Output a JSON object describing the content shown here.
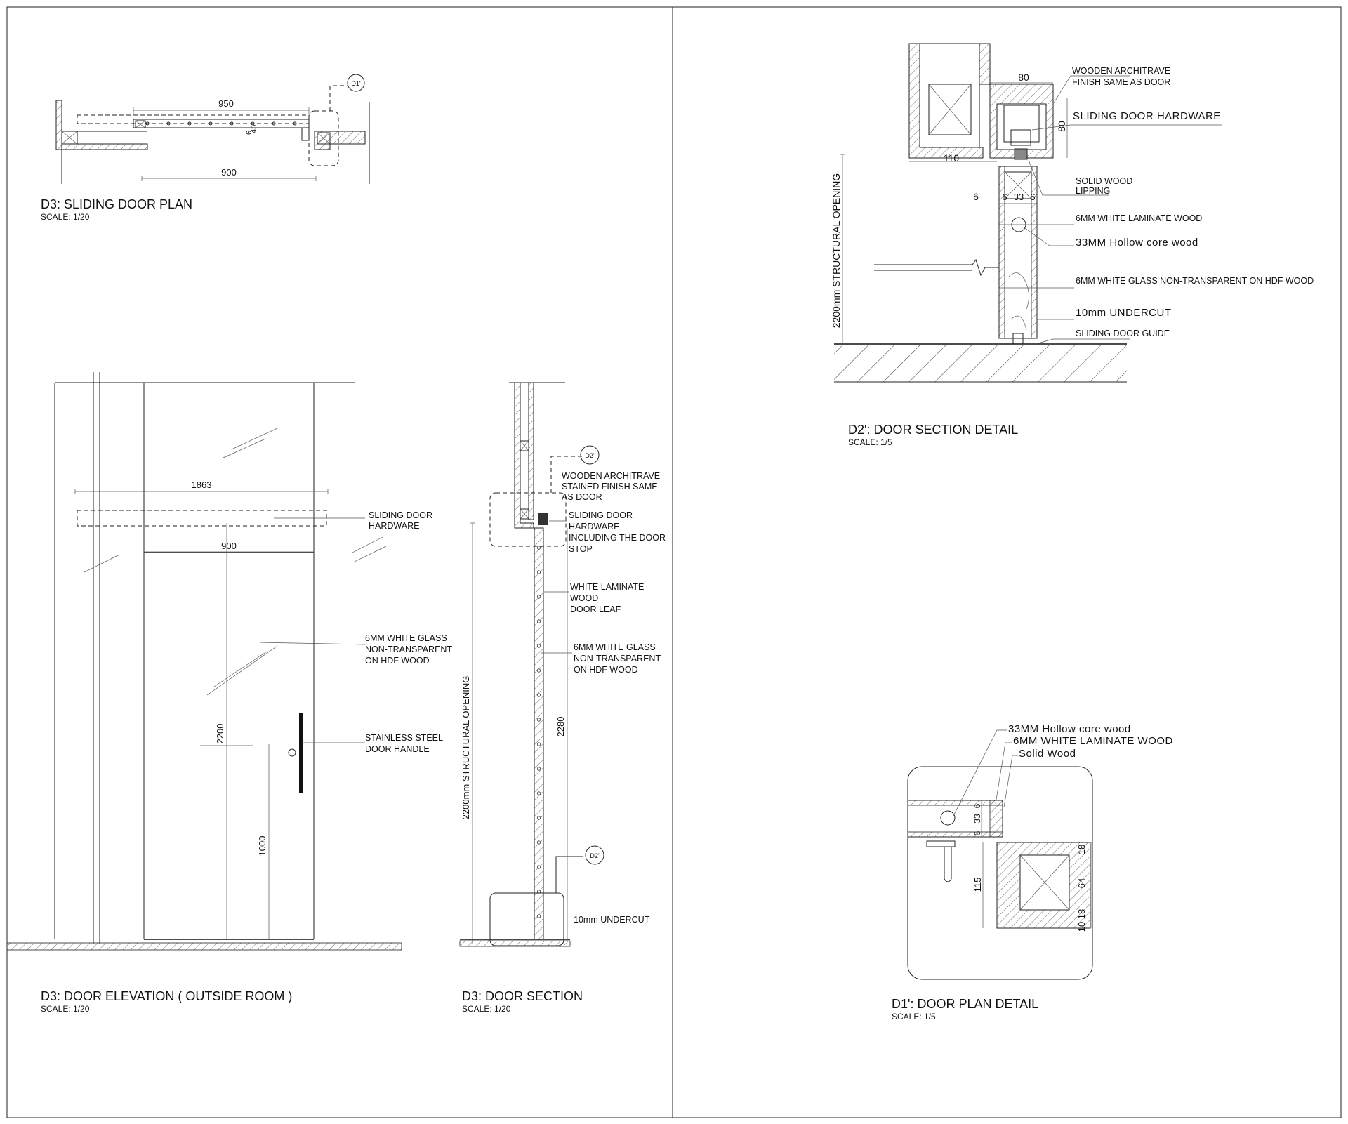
{
  "views": {
    "plan": {
      "title": "D3: SLIDING DOOR PLAN",
      "scale": "SCALE:    1/20",
      "dim_top": "950",
      "dim_bottom": "900",
      "dim_small": "45",
      "dim_small2": "6",
      "callout": "D1'"
    },
    "elevation": {
      "title": "D3: DOOR ELEVATION ( OUTSIDE ROOM )",
      "scale": "SCALE:    1/20",
      "dim_overall": "1863",
      "dim_door": "900",
      "dim_height": "2200",
      "dim_handle": "1000",
      "labels": {
        "hardware_1": "SLIDING DOOR",
        "hardware_2": "HARDWARE",
        "glass_1": "6MM WHITE GLASS",
        "glass_2": "NON-TRANSPARENT",
        "glass_3": "ON HDF WOOD",
        "handle_1": "STAINLESS STEEL",
        "handle_2": "DOOR HANDLE"
      }
    },
    "section": {
      "title": "D3: DOOR SECTION",
      "scale": "SCALE:    1/20",
      "dim_opening": "2200mm STRUCTURAL OPENING",
      "dim_leaf": "2280",
      "callout_top": "D2'",
      "callout_bottom": "D2'",
      "labels": {
        "arch_1": "WOODEN ARCHITRAVE",
        "arch_2": "STAINED FINISH SAME",
        "arch_3": "AS DOOR",
        "hw_1": "SLIDING DOOR",
        "hw_2": "HARDWARE",
        "hw_3": "INCLUDING THE DOOR",
        "hw_4": "STOP",
        "leaf_1": "WHITE LAMINATE",
        "leaf_2": "WOOD",
        "leaf_3": "DOOR LEAF",
        "glass_1": "6MM WHITE GLASS",
        "glass_2": "NON-TRANSPARENT",
        "glass_3": "ON HDF WOOD",
        "undercut": "10mm UNDERCUT"
      }
    },
    "section_detail": {
      "title": "D2': DOOR SECTION DETAIL",
      "scale": "SCALE:    1/5",
      "dim_opening": "2200mm STRUCTURAL OPENING",
      "dim_80a": "80",
      "dim_80b": "80",
      "dim_110": "110",
      "dim_6": "6",
      "dim_6a": "6",
      "dim_33": "33",
      "dim_6b": "6",
      "labels": {
        "arch_1": "WOODEN ARCHITRAVE",
        "arch_2": "FINISH SAME AS DOOR",
        "hw": "SLIDING DOOR HARDWARE",
        "lip_1": "SOLID WOOD",
        "lip_2": "LIPPING",
        "lam": "6MM WHITE LAMINATE WOOD",
        "core": "33MM Hollow core wood",
        "glass": "6MM WHITE GLASS NON-TRANSPARENT ON HDF WOOD",
        "undercut": "10mm UNDERCUT",
        "guide": "SLIDING DOOR GUIDE"
      }
    },
    "plan_detail": {
      "title": "D1': DOOR PLAN DETAIL",
      "scale": "SCALE:    1/5",
      "dim_115": "115",
      "dim_18a": "18",
      "dim_64": "64",
      "dim_18b": "18",
      "dim_10": "10",
      "dim_33": "33",
      "dim_6a": "6",
      "dim_6b": "6",
      "labels": {
        "core": "33MM Hollow core wood",
        "lam": "6MM WHITE LAMINATE WOOD",
        "solid": "Solid Wood"
      }
    }
  }
}
